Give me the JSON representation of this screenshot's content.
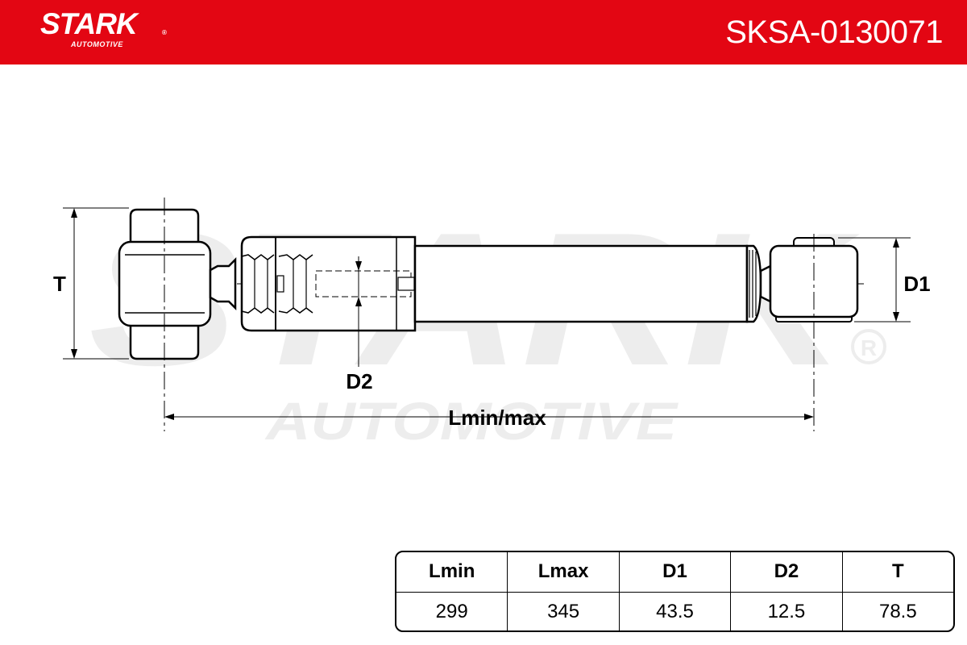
{
  "header": {
    "brand": "STARK",
    "brand_sub": "AUTOMOTIVE",
    "registered_mark": "®",
    "part_number": "SKSA-0130071",
    "bg_color": "#e30613"
  },
  "watermark": {
    "brand": "STARK",
    "sub": "AUTOMOTIVE",
    "registered_mark": "®"
  },
  "diagram": {
    "label_t": "T",
    "label_d1": "D1",
    "label_d2": "D2",
    "label_length": "Lmin/max"
  },
  "specs": {
    "headers": [
      "Lmin",
      "Lmax",
      "D1",
      "D2",
      "T"
    ],
    "values": [
      "299",
      "345",
      "43.5",
      "12.5",
      "78.5"
    ]
  }
}
